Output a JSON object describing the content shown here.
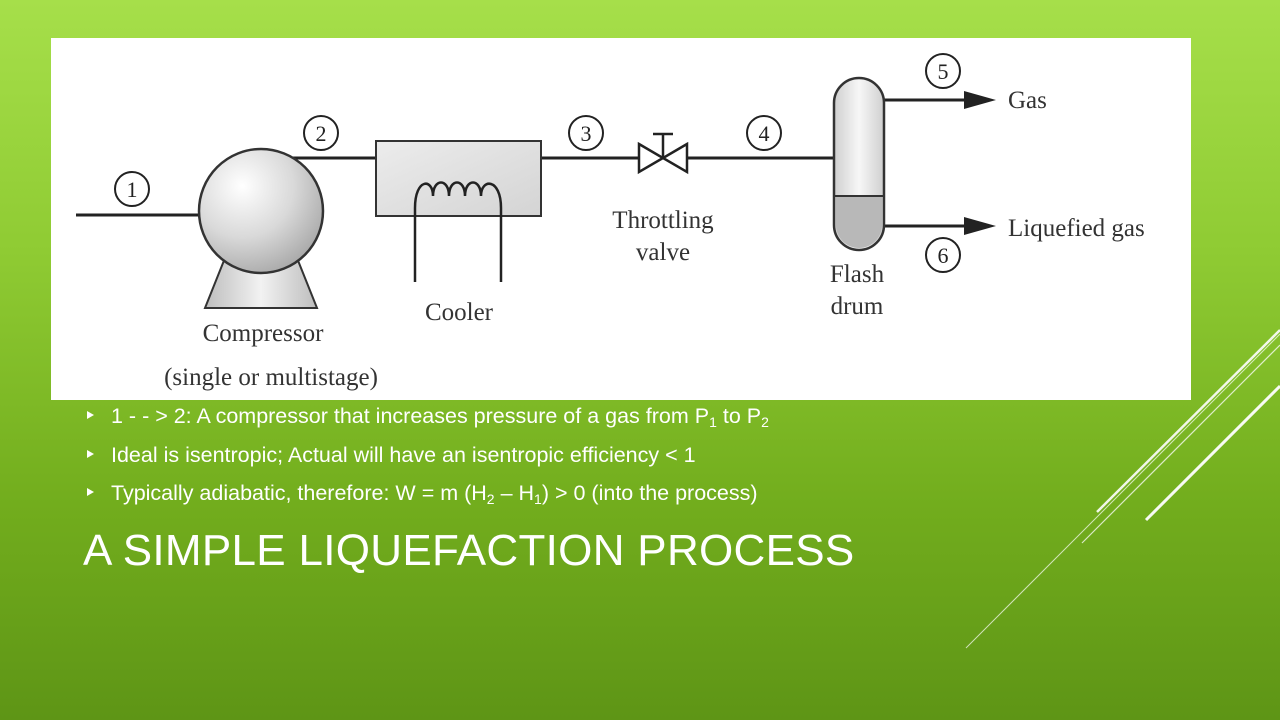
{
  "diagram": {
    "stream_numbers": [
      "1",
      "2",
      "3",
      "4",
      "5",
      "6"
    ],
    "labels": {
      "compressor": "Compressor",
      "compressor_note": "(single or multistage)",
      "cooler": "Cooler",
      "throttling": "Throttling",
      "valve": "valve",
      "flash": "Flash",
      "drum": "drum",
      "gas": "Gas",
      "liquefied_gas": "Liquefied gas"
    }
  },
  "bullets": [
    {
      "t1": "1 - - > 2:  A compressor that increases pressure of a gas from P",
      "s1": "1",
      "t2": " to P",
      "s2": "2"
    },
    {
      "t1": "Ideal is isentropic; Actual will have an isentropic efficiency < 1"
    },
    {
      "t1": "Typically adiabatic, therefore:  W = m (H",
      "s1": "2",
      "t2": " – H",
      "s2": "1",
      "t3": ") > 0 (into the process)"
    }
  ],
  "title": "A SIMPLE LIQUEFACTION PROCESS",
  "colors": {
    "background_top": "#a6df4a",
    "background_bottom": "#5e9516",
    "text": "#ffffff"
  }
}
